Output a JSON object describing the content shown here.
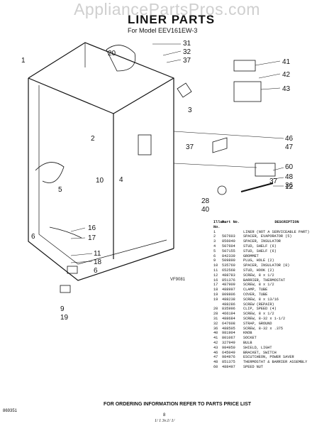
{
  "watermark": "AppliancePartsPros.com",
  "title": "LINER PARTS",
  "model": "For Model EEV161EW-3",
  "figure_code": "VF9081",
  "callouts": [
    "31",
    "32",
    "37",
    "20",
    "41",
    "42",
    "43",
    "1",
    "3",
    "2",
    "46",
    "47",
    "37",
    "4",
    "60",
    "48",
    "36",
    "37",
    "12",
    "10",
    "5",
    "28",
    "40",
    "16",
    "17",
    "6",
    "11",
    "18",
    "6",
    "9",
    "19"
  ],
  "parts_header": {
    "col1": "Illus. No.",
    "col2": "Part No.",
    "col3": "DESCRIPTION"
  },
  "parts": [
    {
      "no": "1",
      "part": "",
      "desc": "LINER (NOT A SERVICEABLE PART)"
    },
    {
      "no": "2",
      "part": "507603",
      "desc": "SPACER, EVAPORATOR (5)"
    },
    {
      "no": "3",
      "part": "856040",
      "desc": "SPACER, INSULATOR"
    },
    {
      "no": "4",
      "part": "507604",
      "desc": "STUD, SHELF (6)"
    },
    {
      "no": "5",
      "part": "507155",
      "desc": "STUD, SHELF (6)"
    },
    {
      "no": "6",
      "part": "842339",
      "desc": "GROMMET"
    },
    {
      "no": "9",
      "part": "509890",
      "desc": "PLUG, HOLE (2)"
    },
    {
      "no": "10",
      "part": "535760",
      "desc": "SPACER, INSULATOR (8)"
    },
    {
      "no": "11",
      "part": "652568",
      "desc": "STUD, HOOK (2)"
    },
    {
      "no": "12",
      "part": "488783",
      "desc": "SCREW, 8 x 1/2"
    },
    {
      "no": "16",
      "part": "851376",
      "desc": "BARRIER, THERMOSTAT"
    },
    {
      "no": "17",
      "part": "487909",
      "desc": "SCREW, 8 x 1/2"
    },
    {
      "no": "18",
      "part": "488997",
      "desc": "CLAMP, TUBE"
    },
    {
      "no": "19",
      "part": "809806",
      "desc": "COVER, TUBE"
    },
    {
      "no": "19",
      "part": "488238",
      "desc": "SCREW, 8 x 13/16"
    },
    {
      "no": "",
      "part": "488286",
      "desc": "SCREW (REPAIR)"
    },
    {
      "no": "20",
      "part": "835996",
      "desc": "CLIP, SPEED (4)"
    },
    {
      "no": "28",
      "part": "466194",
      "desc": "SCREW, 8 x 1/2"
    },
    {
      "no": "31",
      "part": "488684",
      "desc": "SCREW, 8-32 x 1-1/2"
    },
    {
      "no": "32",
      "part": "647608",
      "desc": "STRAP, GROUND"
    },
    {
      "no": "36",
      "part": "488505",
      "desc": "SCREW, 8-32 x .375"
    },
    {
      "no": "40",
      "part": "981904",
      "desc": "KNOB"
    },
    {
      "no": "41",
      "part": "801067",
      "desc": "SOCKET"
    },
    {
      "no": "42",
      "part": "327949",
      "desc": "BULB"
    },
    {
      "no": "43",
      "part": "984950",
      "desc": "SHIELD, LIGHT"
    },
    {
      "no": "46",
      "part": "645049",
      "desc": "BRACKET, SWITCH"
    },
    {
      "no": "47",
      "part": "984976",
      "desc": "ESCUTCHEON, POWER SAVER"
    },
    {
      "no": "48",
      "part": "851375",
      "desc": "THERMOSTAT & BARRIER ASSEMBLY"
    },
    {
      "no": "60",
      "part": "488497",
      "desc": "SPEED NUT"
    }
  ],
  "footer": "FOR ORDERING INFORMATION REFER TO PARTS PRICE LIST",
  "page_number": "8",
  "doc_code": "869351",
  "handwriting": "1/ 1 3v.1/ 1/"
}
